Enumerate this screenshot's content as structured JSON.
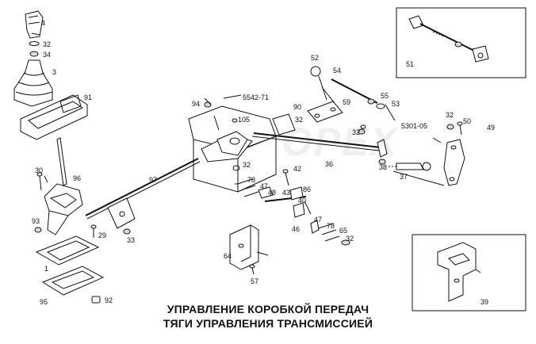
{
  "titles": {
    "line1": "УПРАВЛЕНИЕ КОРОБКОЙ ПЕРЕДАЧ",
    "line2": "ТЯГИ УПРАВЛЕНИЯ ТРАНСМИССИЕЙ"
  },
  "watermark": "OPEX",
  "refs": {
    "ref_5542": "5542-71",
    "ref_5301": "5301-05"
  },
  "part_numbers": {
    "p4": "4",
    "p32a": "32",
    "p34": "34",
    "p3": "3",
    "p91": "91",
    "p30": "30",
    "p96": "96",
    "p93": "93",
    "p29": "29",
    "p1": "1",
    "p95": "95",
    "p92": "92",
    "p97": "97",
    "p33": "33",
    "p94": "94",
    "p105": "105",
    "p32b": "32",
    "p52": "52",
    "p54": "54",
    "p90": "90",
    "p59": "59",
    "p55": "55",
    "p53": "53",
    "p32c": "32",
    "p32d": "32",
    "p36": "36",
    "p38": "38",
    "p37": "37",
    "p42": "42",
    "p78a": "78",
    "p47a": "47",
    "p48": "48",
    "p43": "43",
    "p86": "86",
    "p40": "40",
    "p47b": "47",
    "p78b": "78",
    "p65": "65",
    "p46": "46",
    "p32e": "32",
    "p64": "64",
    "p57": "57",
    "p51": "51",
    "p32f": "32",
    "p50": "50",
    "p49": "49",
    "p39": "39"
  },
  "colors": {
    "line": "#111111",
    "background": "#ffffff"
  }
}
